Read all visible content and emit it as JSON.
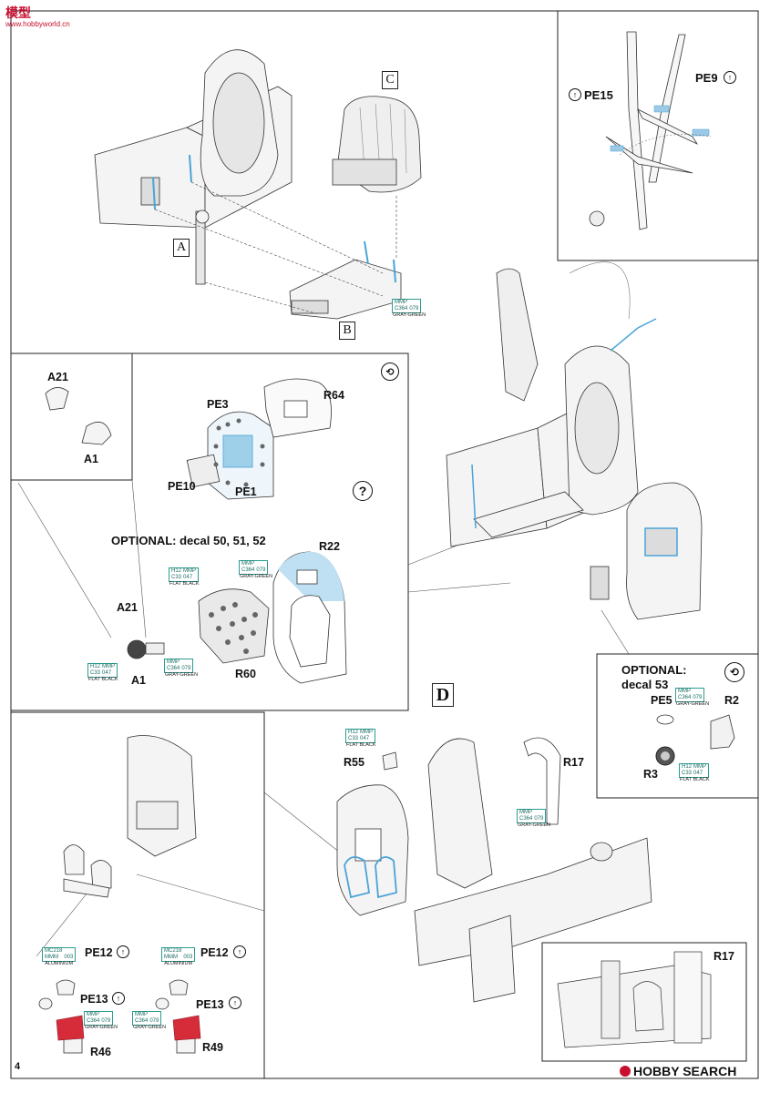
{
  "watermark_top": {
    "brand": "模型",
    "site": "www.hobbyworld.cn"
  },
  "step_letters": {
    "a": "A",
    "b": "B",
    "c": "C",
    "d": "D"
  },
  "top_panel": {
    "paint_b": {
      "code1": "MMP",
      "code2": "C364",
      "code3": "079",
      "name": "GRAY-GREEN"
    },
    "belts": {
      "pe15": "PE15",
      "pe9": "PE9"
    }
  },
  "panel_detail": {
    "a21_top": "A21",
    "a1_top": "A1",
    "pe3": "PE3",
    "r64": "R64",
    "pe10": "PE10",
    "pe1": "PE1",
    "optional": "OPTIONAL: decal 50, 51, 52",
    "r22": "R22",
    "a21_mid": "A21",
    "a1_mid": "A1",
    "r60": "R60",
    "question": "?",
    "paint_h12": {
      "c1": "H12",
      "c2": "MMP",
      "c3": "C33",
      "c4": "047",
      "name": "FLAT BLACK"
    },
    "paint_c364": {
      "c1": "MMP",
      "c2": "",
      "c3": "C364",
      "c4": "079",
      "name": "GRAY-GREEN"
    }
  },
  "optional_53": {
    "title1": "OPTIONAL:",
    "title2": "decal 53",
    "pe5": "PE5",
    "r2": "R2",
    "r3": "R3",
    "paint_c364": {
      "c1": "MMP",
      "c2": "",
      "c3": "C364",
      "c4": "079",
      "name": "GRAY-GREEN"
    },
    "paint_h12": {
      "c1": "H12",
      "c2": "MMP",
      "c3": "C33",
      "c4": "047",
      "name": "FLAT BLACK"
    }
  },
  "step_d": {
    "r55": "R55",
    "r17": "R17",
    "r17_inset": "R17",
    "paint_h12": {
      "c1": "H12",
      "c2": "MMP",
      "c3": "C33",
      "c4": "047",
      "name": "FLAT BLACK"
    },
    "paint_c364": {
      "c1": "MMP",
      "c2": "",
      "c3": "C364",
      "c4": "079",
      "name": "GRAY-GREEN"
    }
  },
  "bottom_left": {
    "pe12_l": "PE12",
    "pe13_l": "PE13",
    "r46": "R46",
    "pe12_r": "PE12",
    "pe13_r": "PE13",
    "r49": "R49",
    "alu_l": {
      "c1": "MC218",
      "c2": "MMM",
      "c3": "003",
      "name": "ALUMINIUM"
    },
    "alu_r": {
      "c1": "MC218",
      "c2": "MMM",
      "c3": "003",
      "name": "ALUMINIUM"
    },
    "gg_l": {
      "c1": "MMP",
      "c2": "",
      "c3": "C364",
      "c4": "079",
      "name": "GRAY-GREEN"
    },
    "gg_r": {
      "c1": "MMP",
      "c2": "",
      "c3": "C364",
      "c4": "079",
      "name": "GRAY-GREEN"
    }
  },
  "page_number": "4",
  "watermark_bottom": {
    "brand": "HOBBY SEARCH"
  }
}
